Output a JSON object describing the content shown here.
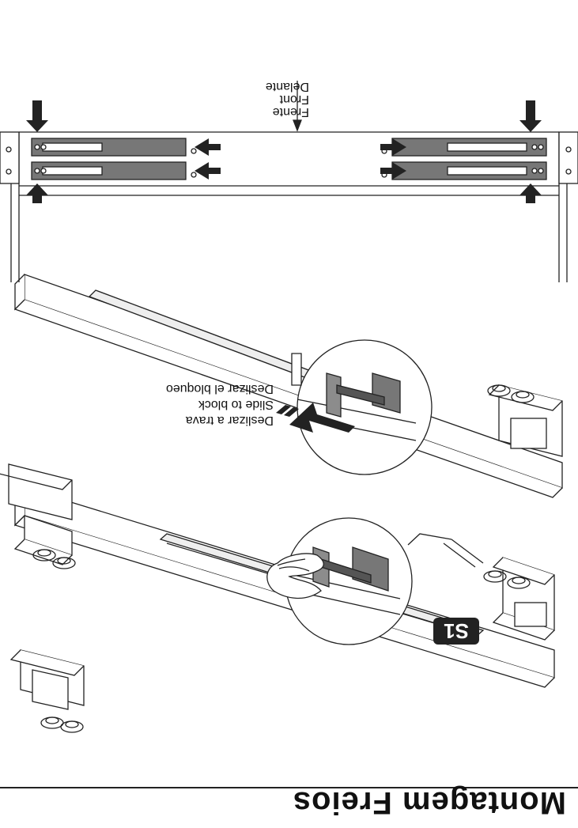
{
  "page_title": "Montagem Freios",
  "step_badge": "S1",
  "slide_instruction": {
    "pt": "Deslizar a trava",
    "en": "Slide to block",
    "es": "Deslizar el bloqueo"
  },
  "front_labels": {
    "pt": "Frente",
    "en": "Front",
    "es": "Delante"
  },
  "colors": {
    "line": "#222222",
    "dark_gray": "#777777",
    "mid_gray": "#8c8c8c",
    "arrow": "#222222",
    "background": "#ffffff"
  }
}
